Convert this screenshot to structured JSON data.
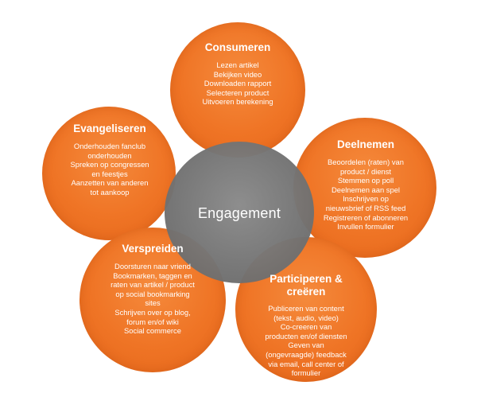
{
  "center": {
    "label": "Engagement"
  },
  "nodes": [
    {
      "id": "consumeren",
      "title": [
        "Consumeren"
      ],
      "items": [
        "Lezen artikel",
        "Bekijken video",
        "Downloaden rapport",
        "Selecteren product",
        "Uitvoeren berekening"
      ]
    },
    {
      "id": "evangeliseren",
      "title": [
        "Evangeliseren"
      ],
      "items": [
        "Onderhouden fanclub",
        "onderhouden",
        "Spreken op congressen",
        "en feestjes",
        "Aanzetten van anderen",
        "tot aankoop"
      ]
    },
    {
      "id": "deelnemen",
      "title": [
        "Deelnemen"
      ],
      "items": [
        "Beoordelen (raten) van",
        "product / dienst",
        "Stemmen op poll",
        "Deelnemen aan spel",
        "Inschrijven op",
        "nieuwsbrief of RSS feed",
        "Registreren of abonneren",
        "Invullen formulier"
      ]
    },
    {
      "id": "verspreiden",
      "title": [
        "Verspreiden"
      ],
      "items": [
        "Doorsturen naar vriend",
        "Bookmarken, taggen en",
        "raten van artikel / product",
        "op social bookmarking",
        "sites",
        "Schrijven over op blog,",
        "forum en/of wiki",
        "Social commerce"
      ]
    },
    {
      "id": "participeren",
      "title": [
        "Participeren &",
        "creëren"
      ],
      "items": [
        "Publiceren van content",
        "(tekst, audio, video)",
        "Co-creeren van",
        "producten en/of diensten",
        "Geven van",
        "(ongevraagde) feedback",
        "via email, call center of",
        "formulier"
      ]
    }
  ]
}
